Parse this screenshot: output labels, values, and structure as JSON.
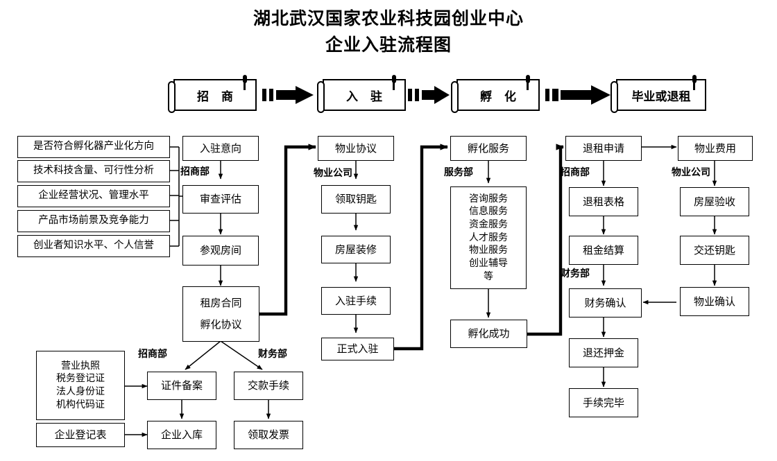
{
  "title": {
    "line1": "湖北武汉国家农业科技园创业中心",
    "line2": "企业入驻流程图"
  },
  "stages": [
    {
      "label": "招  商"
    },
    {
      "label": "入  驻"
    },
    {
      "label": "孵  化"
    },
    {
      "label": "毕业或退租"
    }
  ],
  "criteria": [
    {
      "label": "是否符合孵化器产业化方向"
    },
    {
      "label": "技术科技含量、可行性分析"
    },
    {
      "label": "企业经营状况、管理水平"
    },
    {
      "label": "产品市场前景及竞争能力"
    },
    {
      "label": "创业者知识水平、个人信誉"
    }
  ],
  "col_recruit": {
    "dept": "招商部",
    "steps": [
      {
        "label": "入驻意向"
      },
      {
        "label": "审查评估"
      },
      {
        "label": "参观房间"
      },
      {
        "label": "租房合同\n孵化协议"
      }
    ]
  },
  "col_property": {
    "dept": "物业公司",
    "steps": [
      {
        "label": "物业协议"
      },
      {
        "label": "领取钥匙"
      },
      {
        "label": "房屋装修"
      },
      {
        "label": "入驻手续"
      },
      {
        "label": "正式入驻"
      }
    ]
  },
  "col_service": {
    "dept": "服务部",
    "head": {
      "label": "孵化服务"
    },
    "services": {
      "label": "咨询服务\n信息服务\n资金服务\n人才服务\n物业服务\n创业辅导\n等"
    },
    "tail": {
      "label": "孵化成功"
    }
  },
  "col_exit": {
    "dept1": "招商部",
    "dept2": "财务部",
    "steps": [
      {
        "label": "退租申请"
      },
      {
        "label": "退租表格"
      },
      {
        "label": "租金结算"
      },
      {
        "label": "财务确认"
      },
      {
        "label": "退还押金"
      },
      {
        "label": "手续完毕"
      }
    ]
  },
  "col_fee": {
    "dept": "物业公司",
    "steps": [
      {
        "label": "物业费用"
      },
      {
        "label": "房屋验收"
      },
      {
        "label": "交还钥匙"
      },
      {
        "label": "物业确认"
      }
    ]
  },
  "bottom": {
    "dept_left": "招商部",
    "dept_right": "财务部",
    "documents": {
      "label": "营业执照\n税务登记证\n法人身份证\n机构代码证"
    },
    "registration_form": {
      "label": "企业登记表"
    },
    "filing": {
      "label": "证件备案"
    },
    "warehouse": {
      "label": "企业入库"
    },
    "payment": {
      "label": "交款手续"
    },
    "invoice": {
      "label": "领取发票"
    }
  },
  "colors": {
    "stroke": "#000000",
    "background": "#ffffff"
  }
}
